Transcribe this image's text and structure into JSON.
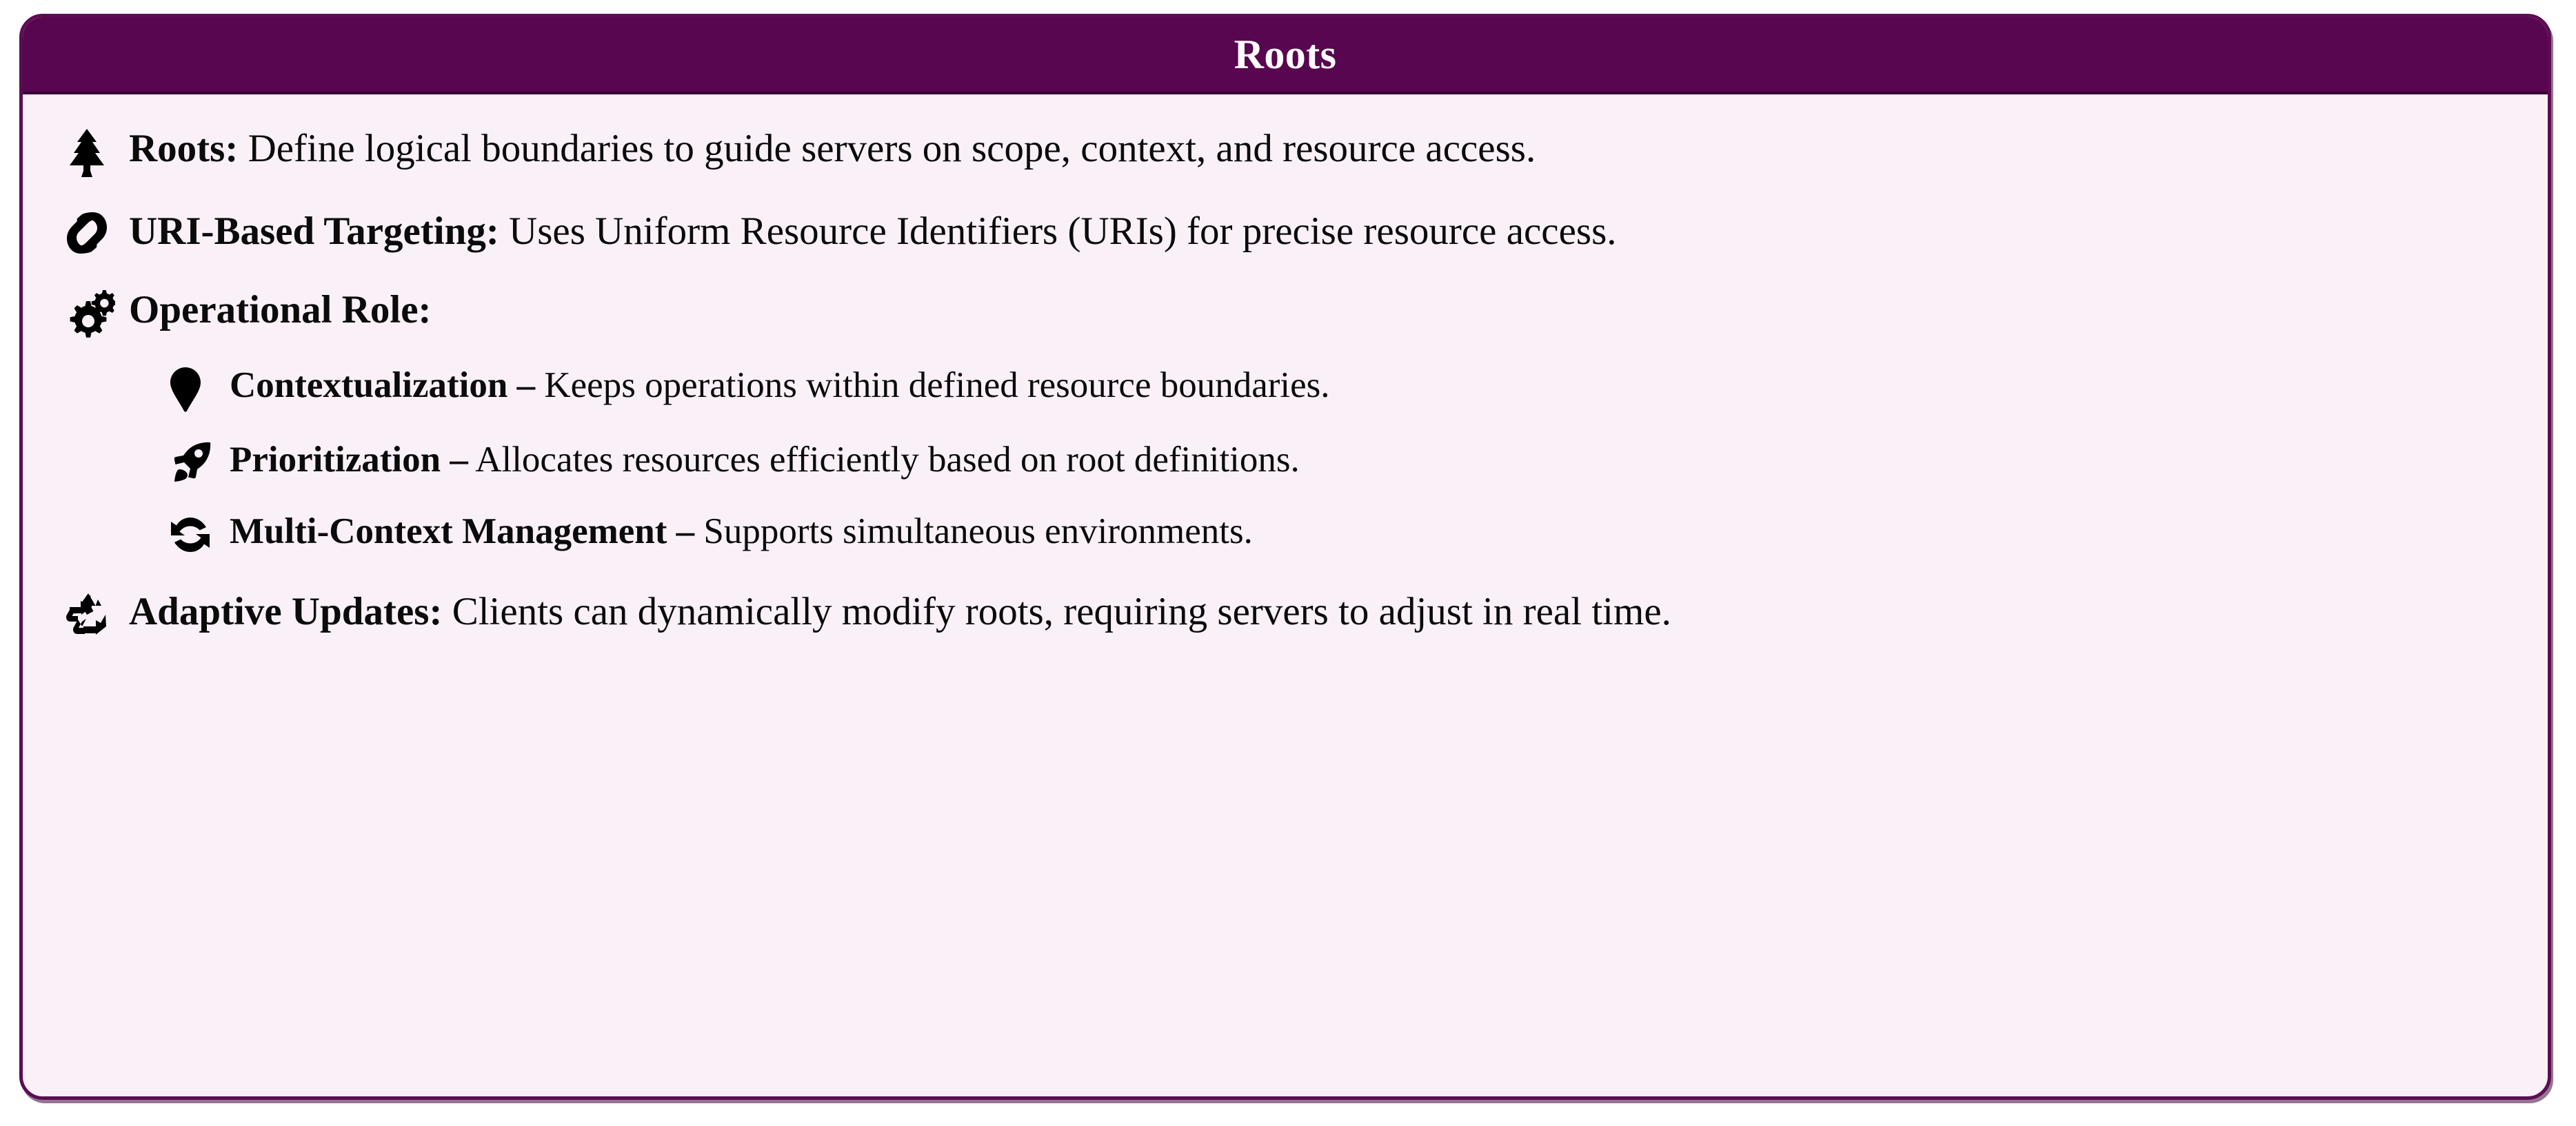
{
  "card": {
    "title": "Roots",
    "accent_color": "#58064f",
    "border_color": "#5c0d52",
    "body_background": "#f9f0f8",
    "title_color": "#ffffff"
  },
  "items": [
    {
      "icon": "tree-icon",
      "lead": "Roots:",
      "desc": " Define logical boundaries to guide servers on scope, context, and resource access."
    },
    {
      "icon": "link-icon",
      "lead": "URI-Based Targeting:",
      "desc": " Uses Uniform Resource Identifiers (URIs) for precise resource access."
    },
    {
      "icon": "gears-icon",
      "lead": "Operational Role:",
      "desc": "",
      "children": [
        {
          "icon": "map-pin-icon",
          "lead": "Contextualization –",
          "desc": " Keeps operations within defined resource boundaries."
        },
        {
          "icon": "rocket-icon",
          "lead": "Prioritization –",
          "desc": " Allocates resources efficiently based on root definitions."
        },
        {
          "icon": "sync-icon",
          "lead": "Multi-Context Management –",
          "desc": " Supports simultaneous environments."
        }
      ]
    },
    {
      "icon": "recycle-icon",
      "lead": "Adaptive Updates:",
      "desc": " Clients can dynamically modify roots, requiring servers to adjust in real time."
    }
  ]
}
